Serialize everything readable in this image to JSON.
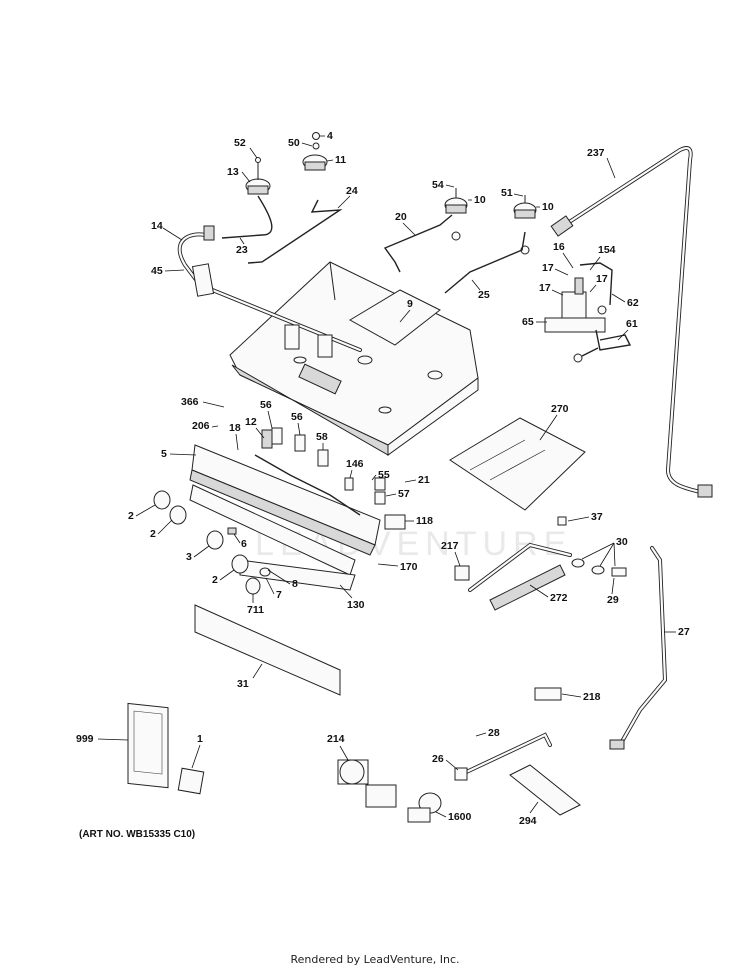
{
  "diagram": {
    "art_number": "(ART NO. WB15335 C10)",
    "footer": "Rendered by LeadVenture, Inc.",
    "watermark": "LEADVENTURE",
    "callouts": {
      "c1": "1",
      "c2a": "2",
      "c2b": "2",
      "c2c": "2",
      "c3": "3",
      "c4": "4",
      "c5": "5",
      "c6": "6",
      "c7": "7",
      "c8": "8",
      "c9": "9",
      "c10a": "10",
      "c10b": "10",
      "c11": "11",
      "c12": "12",
      "c13": "13",
      "c14": "14",
      "c16": "16",
      "c17a": "17",
      "c17b": "17",
      "c17c": "17",
      "c18": "18",
      "c20": "20",
      "c21": "21",
      "c23": "23",
      "c24": "24",
      "c25": "25",
      "c26": "26",
      "c27": "27",
      "c28": "28",
      "c29": "29",
      "c30": "30",
      "c31": "31",
      "c37": "37",
      "c45": "45",
      "c50": "50",
      "c51": "51",
      "c52": "52",
      "c54": "54",
      "c55": "55",
      "c56a": "56",
      "c56b": "56",
      "c57": "57",
      "c58": "58",
      "c61": "61",
      "c62": "62",
      "c65": "65",
      "c118": "118",
      "c130": "130",
      "c146": "146",
      "c154": "154",
      "c170": "170",
      "c206": "206",
      "c214": "214",
      "c217": "217",
      "c218": "218",
      "c237": "237",
      "c270": "270",
      "c272": "272",
      "c294": "294",
      "c366": "366",
      "c711": "711",
      "c999": "999",
      "c1600": "1600"
    }
  }
}
